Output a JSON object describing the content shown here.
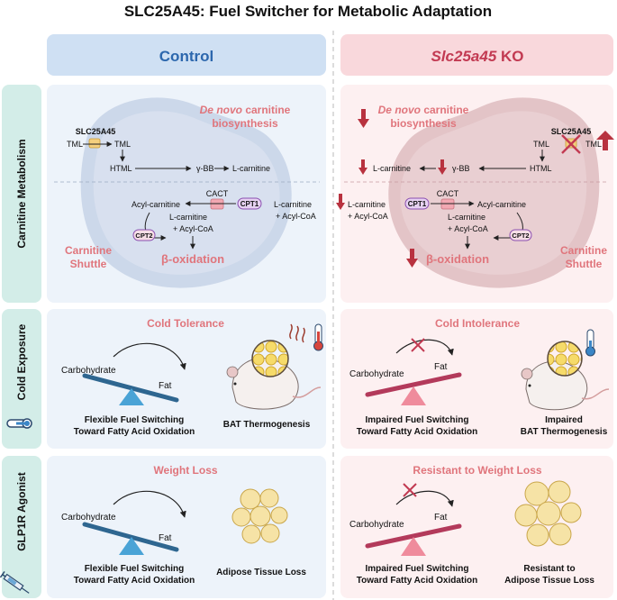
{
  "title": "SLC25A45: Fuel Switcher for Metabolic Adaptation",
  "columns": {
    "control": "Control",
    "ko_gene": "Slc25a45",
    "ko_suffix": " KO"
  },
  "rows": {
    "carnitine": "Carnitine Metabolism",
    "cold": "Cold Exposure",
    "glp1r": "GLP1R Agonist"
  },
  "metabolism": {
    "denovo_italic": "De novo",
    "denovo_rest": " carnitine",
    "biosynthesis": "biosynthesis",
    "slc25a45": "SLC25A45",
    "tml": "TML",
    "html": "HTML",
    "gbb": "γ-BB",
    "lcarnitine": "L-carnitine",
    "cact": "CACT",
    "cpt1": "CPT1",
    "cpt2": "CPT2",
    "acylcarnitine": "Acyl-carnitine",
    "plus_acylcoa": "+ Acyl-CoA",
    "beta_ox": "β-oxidation",
    "shuttle_1": "Carnitine",
    "shuttle_2": "Shuttle"
  },
  "cold": {
    "control_title": "Cold Tolerance",
    "ko_title": "Cold Intolerance",
    "carbohydrate": "Carbohydrate",
    "fat": "Fat",
    "control_switch_1": "Flexible Fuel Switching",
    "control_switch_2": "Toward Fatty Acid Oxidation",
    "ko_switch_1": "Impaired Fuel Switching",
    "ko_switch_2": "Toward Fatty Acid Oxidation",
    "control_bat": "BAT Thermogenesis",
    "ko_bat_1": "Impaired",
    "ko_bat_2": "BAT Thermogenesis"
  },
  "glp": {
    "control_title": "Weight Loss",
    "ko_title": "Resistant to Weight Loss",
    "control_tissue": "Adipose Tissue Loss",
    "ko_tissue_1": "Resistant to",
    "ko_tissue_2": "Adipose Tissue Loss"
  },
  "colors": {
    "control_header": "#cfe0f3",
    "ko_header": "#f9d8dc",
    "control_blue": "#2c67ad",
    "ko_red": "#c23a52",
    "salmon": "#e0757c",
    "row_label_bg": "#d3ede8",
    "arrow_red": "#b8323f",
    "seesaw_blue": "#2e6690",
    "seesaw_red": "#b33a5b",
    "fulcrum_blue": "#4aa3d6",
    "fulcrum_red": "#ef8b9c"
  }
}
